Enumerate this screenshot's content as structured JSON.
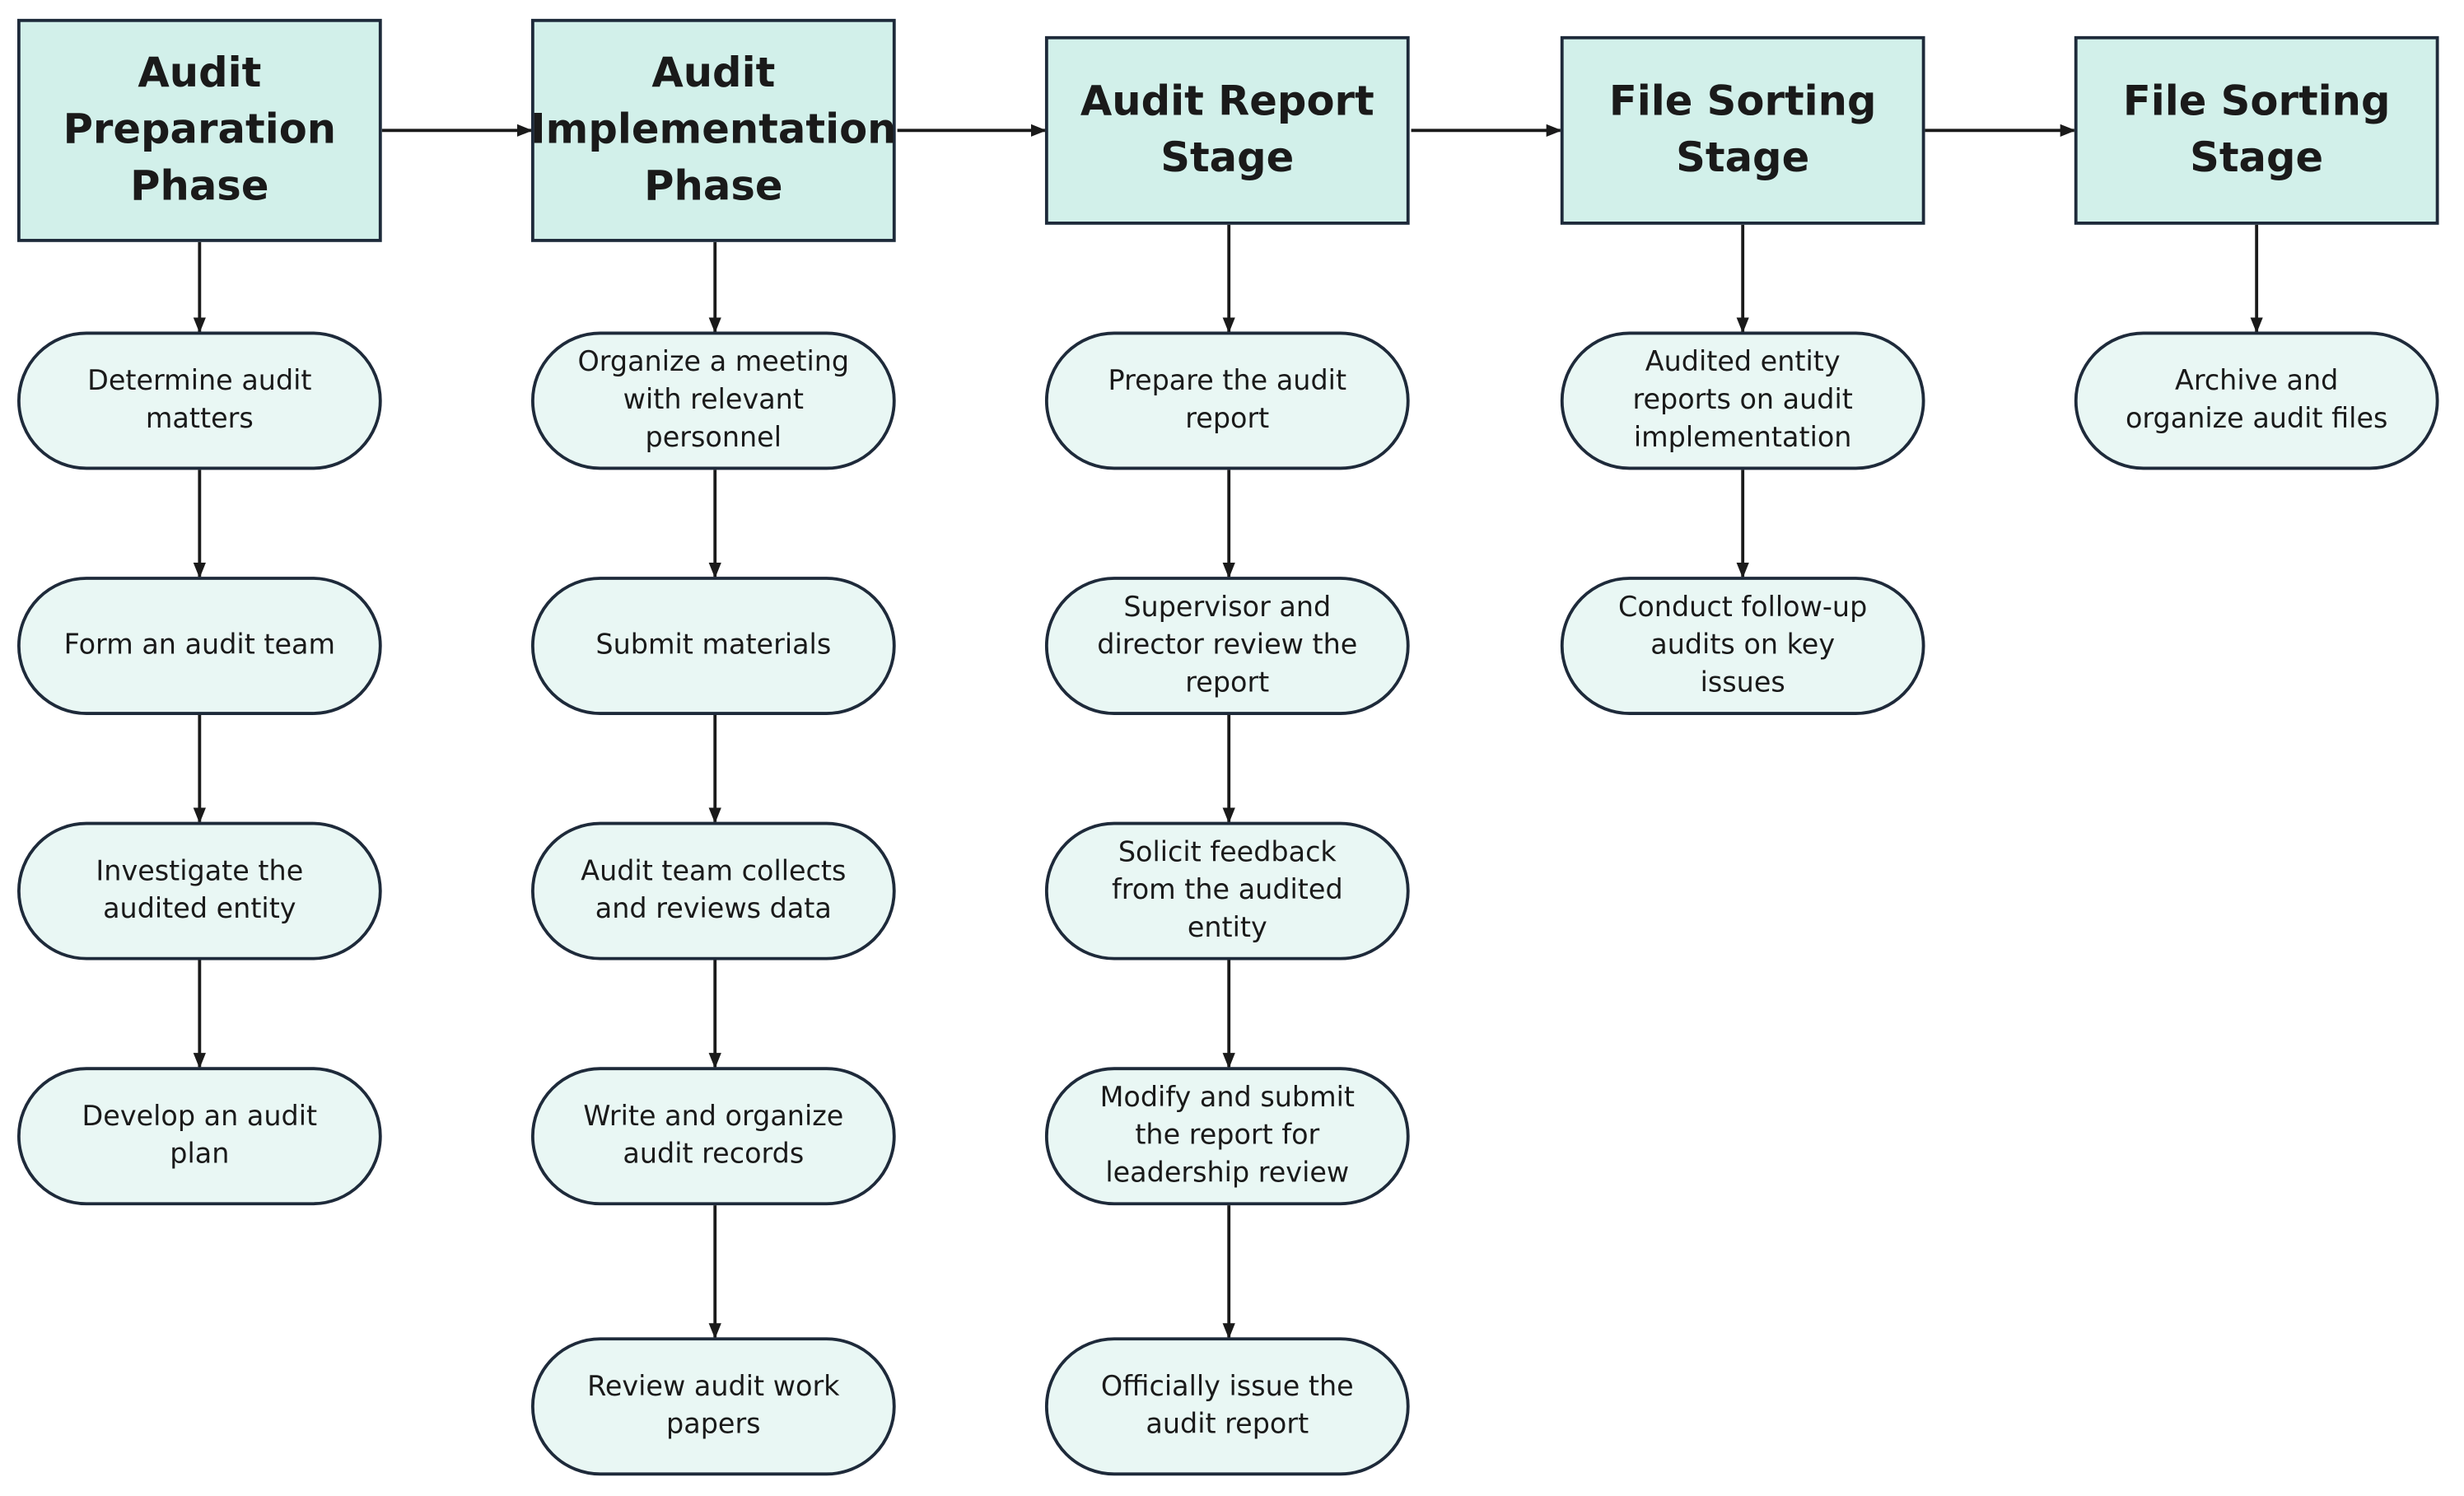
{
  "diagram": {
    "phases": [
      {
        "title": "Audit\nPreparation\nPhase",
        "steps": [
          "Determine audit\nmatters",
          "Form an audit team",
          "Investigate the\naudited entity",
          "Develop an audit\nplan"
        ]
      },
      {
        "title": "Audit\nImplementation\nPhase",
        "steps": [
          "Organize a meeting\nwith relevant\npersonnel",
          "Submit materials",
          "Audit team collects\nand reviews data",
          "Write and organize\naudit records",
          "Review audit work\npapers"
        ]
      },
      {
        "title": "Audit Report\nStage",
        "steps": [
          "Prepare the audit\nreport",
          "Supervisor and\ndirector review the\nreport",
          "Solicit feedback\nfrom the audited\nentity",
          "Modify and submit\nthe report for\nleadership review",
          "Officially issue the\naudit report"
        ]
      },
      {
        "title": "File Sorting\nStage",
        "steps": [
          "Audited entity\nreports on audit\nimplementation",
          "Conduct follow-up\naudits on key\nissues"
        ]
      },
      {
        "title": "File Sorting\nStage",
        "steps": [
          "Archive and\norganize audit files"
        ]
      }
    ]
  }
}
